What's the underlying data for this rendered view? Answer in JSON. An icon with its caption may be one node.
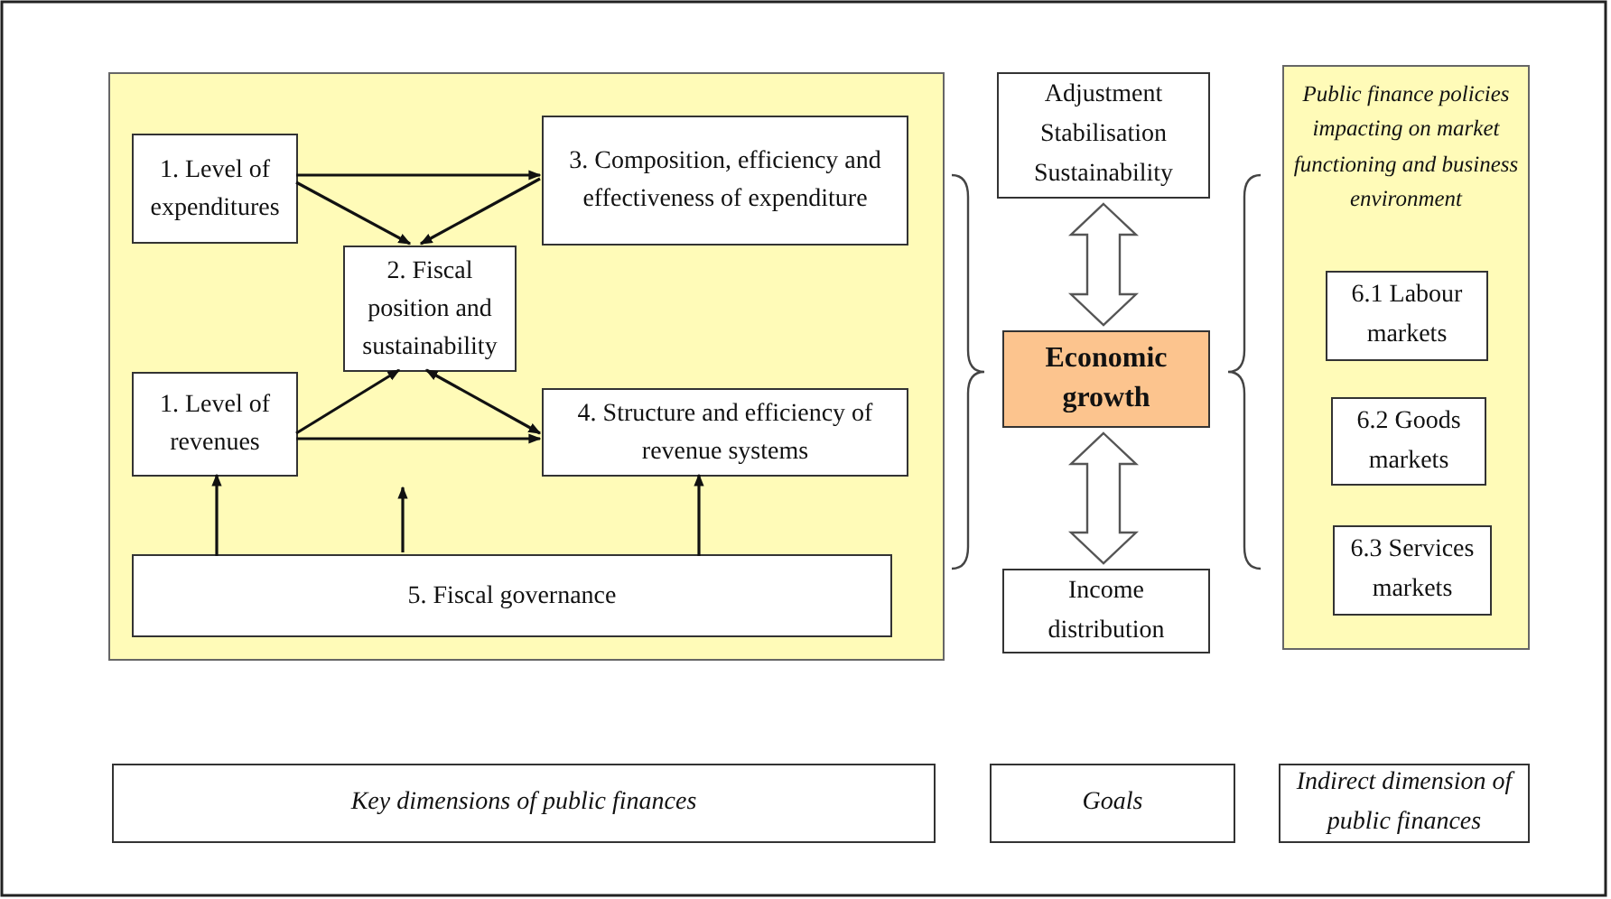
{
  "diagram": {
    "nodes": [
      {
        "text": [],
        "shape": "box"
      },
      {
        "text": [
          "1. Level of expenditures"
        ],
        "in": 0
      },
      {
        "text": [
          "3. Composition, efficiency and effectiveness of expenditure"
        ],
        "in": 0
      },
      {
        "text": [
          "2. Fiscal position and sustainability"
        ],
        "in": 0
      },
      {
        "text": [
          "1. Level of revenues"
        ],
        "in": 0
      },
      {
        "text": [
          "4. Structure and efficiency of revenue systems"
        ],
        "in": 0
      },
      {
        "text": [
          "5. Fiscal governance"
        ],
        "in": 0
      },
      {
        "text": [
          "Adjustment Stabilisation Sustainability"
        ]
      },
      {
        "text": [
          "Economic growth"
        ]
      },
      {
        "text": [
          "Income distribution"
        ]
      },
      {
        "text": [
          "Public finance policies impacting on market functioning and business environment"
        ]
      },
      {
        "text": [
          "6.1 Labour markets"
        ],
        "in": 10
      },
      {
        "text": [
          "6.2 Goods markets"
        ],
        "in": 10
      },
      {
        "text": [
          "6.3 Services markets"
        ],
        "in": 10
      },
      {
        "text": [
          "Key dimensions of public finances"
        ]
      },
      {
        "text": [
          "Goals"
        ]
      },
      {
        "text": [
          "Indirect dimension of public finances"
        ]
      }
    ],
    "edges": [
      {
        "from": 1,
        "to": 2,
        "arrow": "to"
      },
      {
        "from": 1,
        "to": 3,
        "arrow": "to"
      },
      {
        "from": 2,
        "to": 3,
        "arrow": "to"
      },
      {
        "from": 4,
        "to": 3,
        "arrow": "to"
      },
      {
        "from": 3,
        "to": 5,
        "arrow": "both"
      },
      {
        "from": 4,
        "to": 5,
        "arrow": "to"
      },
      {
        "from": 6,
        "to": 4,
        "arrow": "to"
      },
      {
        "from": 6,
        "to": null,
        "arrow": "to"
      },
      {
        "from": 6,
        "to": 5,
        "arrow": "to"
      },
      {
        "from": 7,
        "to": 8,
        "arrow": "both",
        "style": "thick"
      },
      {
        "from": 8,
        "to": 9,
        "arrow": "both",
        "style": "thick"
      }
    ]
  }
}
